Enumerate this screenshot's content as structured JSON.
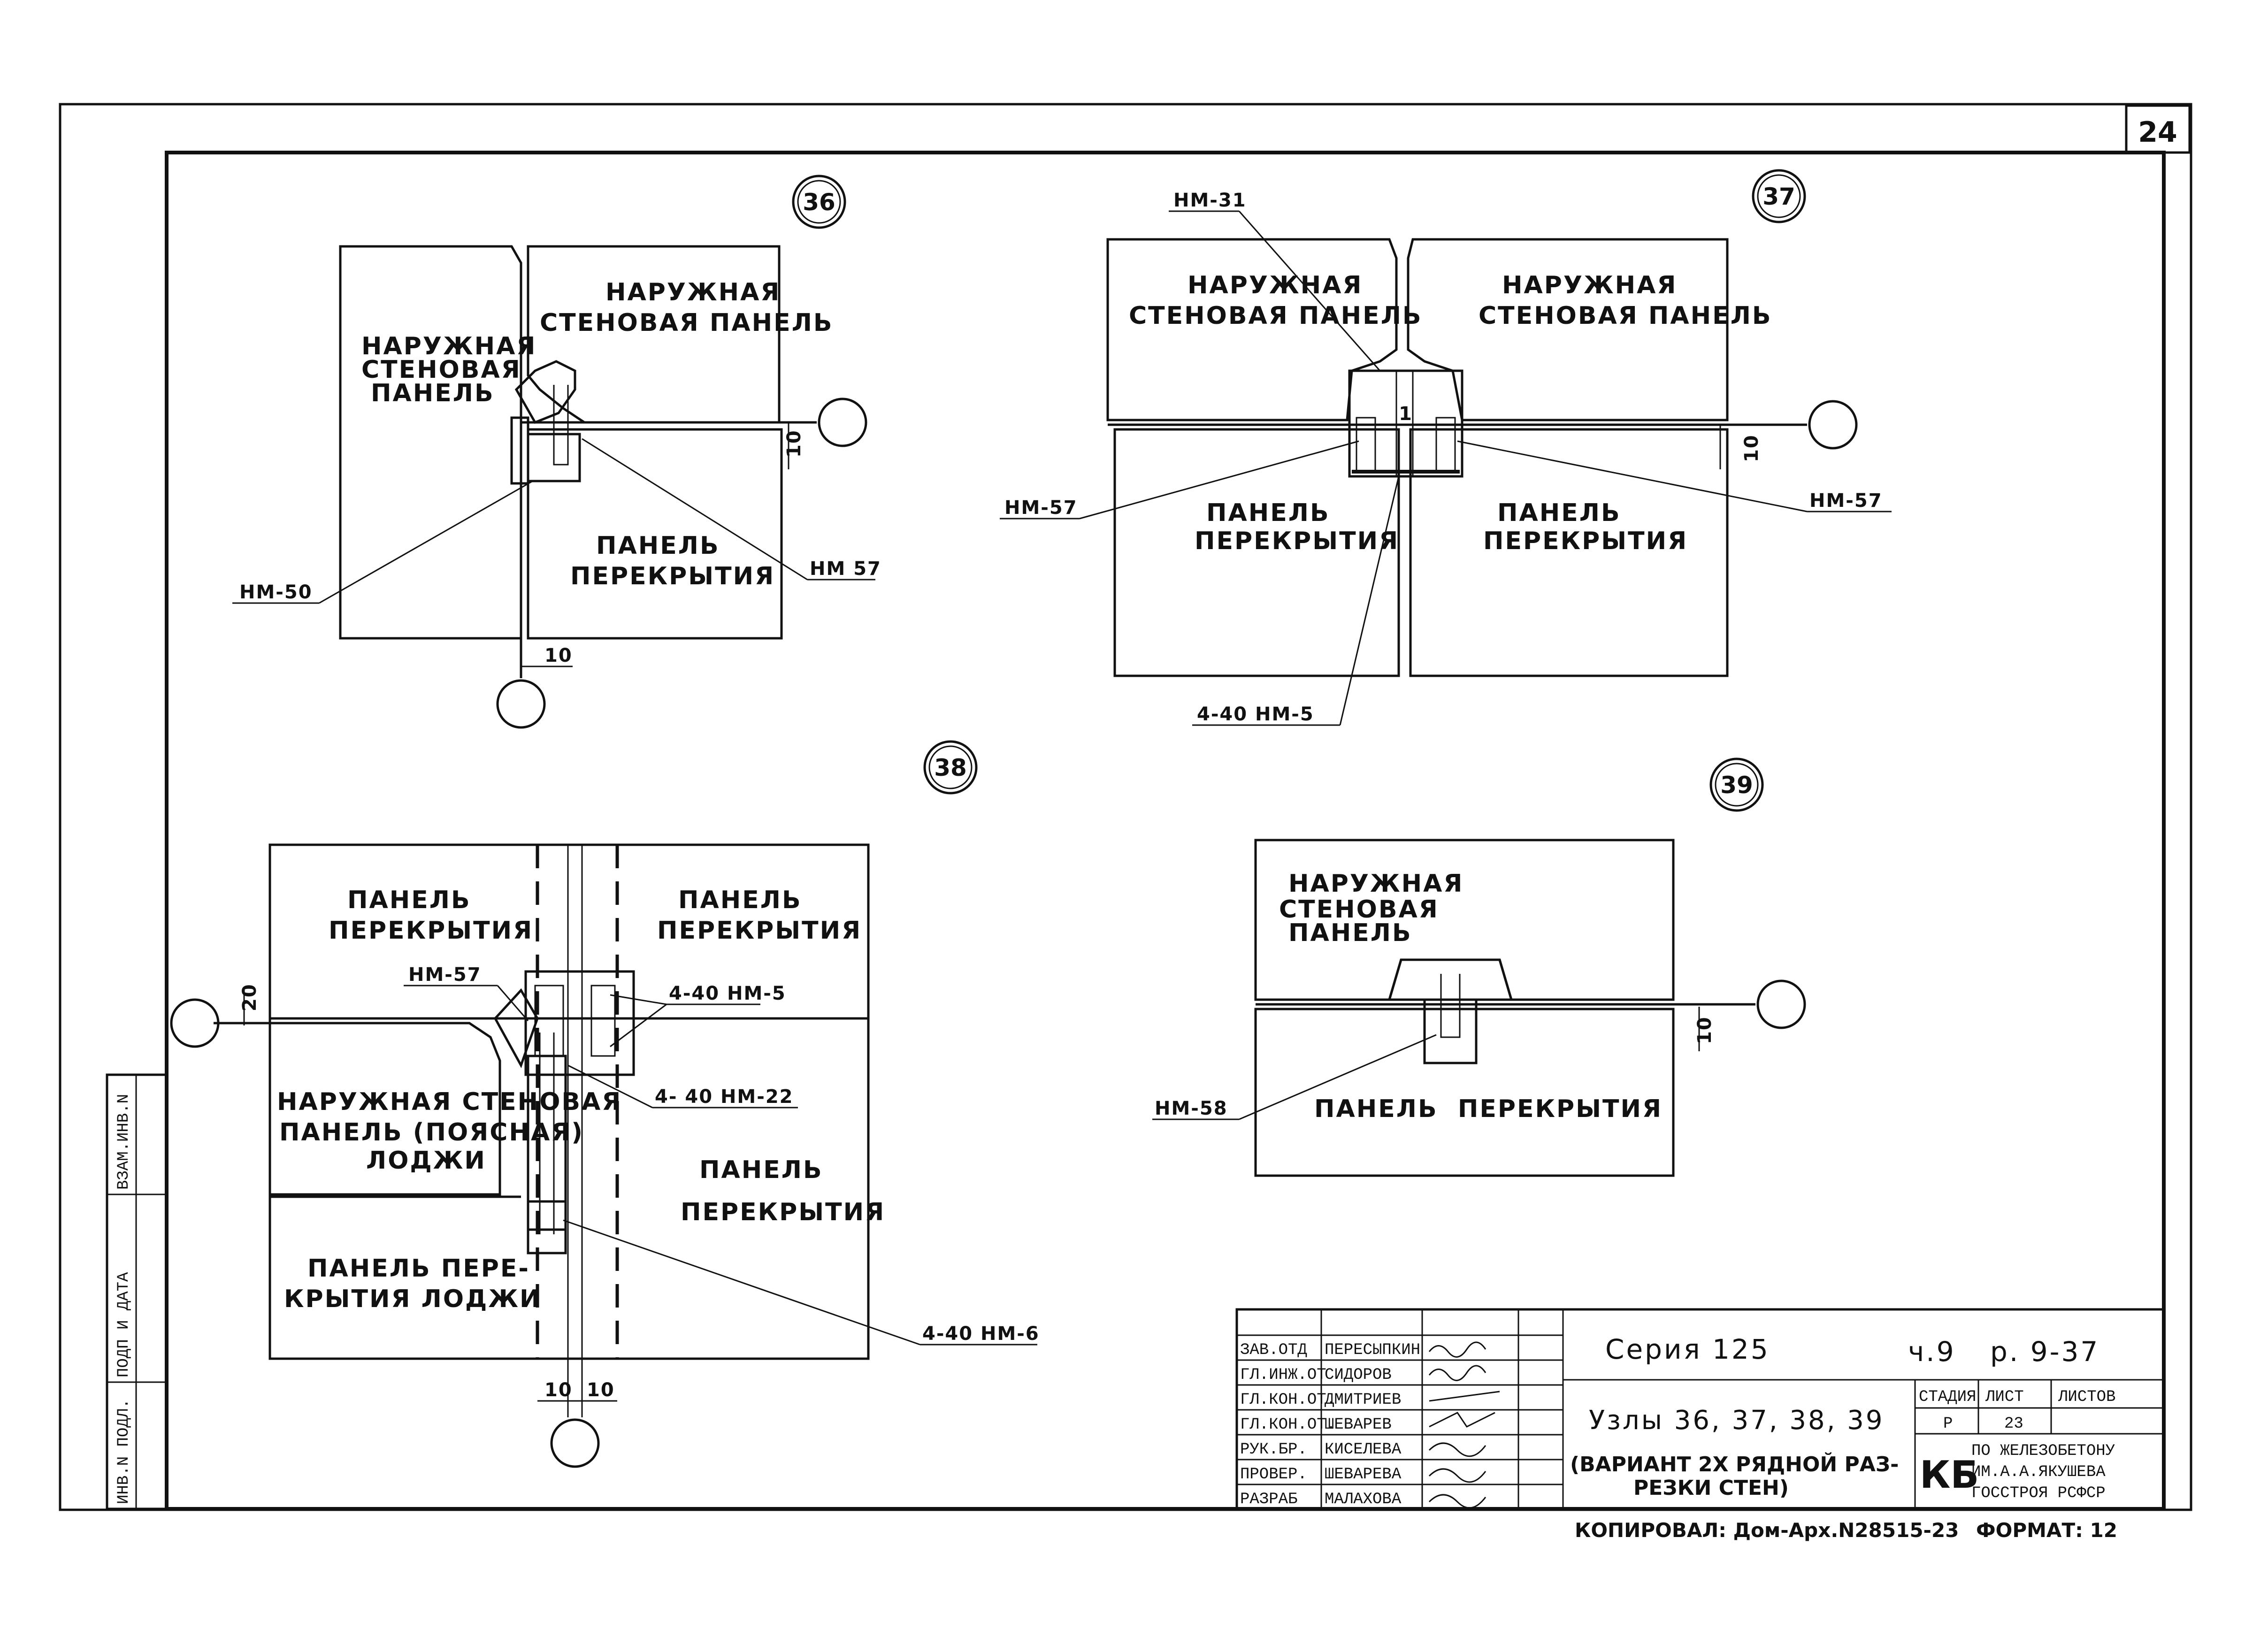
{
  "sheet": {
    "page_number": "24"
  },
  "nodes": {
    "n36": {
      "number": "36",
      "panel_left": [
        "НАРУЖНАЯ",
        "СТЕНОВАЯ",
        "ПАНЕЛЬ"
      ],
      "panel_top_right": [
        "НАРУЖНАЯ",
        "СТЕНОВАЯ ПАНЕЛЬ"
      ],
      "panel_floor": [
        "ПАНЕЛЬ",
        "ПЕРЕКРЫТИЯ"
      ],
      "callout_left": "НМ-50",
      "callout_right": "НМ 57",
      "dim_vertical": "10",
      "dim_horizontal": "10"
    },
    "n37": {
      "number": "37",
      "panel_top_left": [
        "НАРУЖНАЯ",
        "СТЕНОВАЯ ПАНЕЛЬ"
      ],
      "panel_top_right": [
        "НАРУЖНАЯ",
        "СТЕНОВАЯ ПАНЕЛЬ"
      ],
      "panel_bottom_left": [
        "ПАНЕЛЬ",
        "ПЕРЕКРЫТИЯ"
      ],
      "panel_bottom_right": [
        "ПАНЕЛЬ",
        "ПЕРЕКРЫТИЯ"
      ],
      "callout_top": "НМ-31",
      "callout_left": "НМ-57",
      "callout_right": "НМ-57",
      "callout_bottom": "4-40 НМ-5",
      "joint_mark": "1",
      "dim_vertical": "10"
    },
    "n38": {
      "number": "38",
      "panel_top_left": [
        "ПАНЕЛЬ",
        "ПЕРЕКРЫТИЯ"
      ],
      "panel_top_right": [
        "ПАНЕЛЬ",
        "ПЕРЕКРЫТИЯ"
      ],
      "panel_mid_left": [
        "НАРУЖНАЯ СТЕНОВАЯ",
        "ПАНЕЛЬ (ПОЯСНАЯ)",
        "ЛОДЖИ"
      ],
      "panel_mid_right": [
        "ПАНЕЛЬ",
        "ПЕРЕКРЫТИЯ"
      ],
      "panel_bottom_left": [
        "ПАНЕЛЬ ПЕРЕ-",
        "КРЫТИЯ ЛОДЖИ"
      ],
      "callout_nm57": "НМ-57",
      "callout_nm5": "4-40 НМ-5",
      "callout_nm22": "4- 40 НМ-22",
      "callout_nm6": "4-40 НМ-6",
      "dim_vertical": "20",
      "dim_h_left": "10",
      "dim_h_right": "10"
    },
    "n39": {
      "number": "39",
      "panel_top": [
        "НАРУЖНАЯ",
        "СТЕНОВАЯ",
        "ПАНЕЛЬ"
      ],
      "panel_bottom": "ПАНЕЛЬ  ПЕРЕКРЫТИЯ",
      "callout": "НМ-58",
      "dim_vertical": "10"
    }
  },
  "side_stamp": [
    "ИНВ.N ПОДЛ.",
    "ПОДП И ДАТА",
    "ВЗАМ.ИНВ.N"
  ],
  "title_block": {
    "roles": [
      "ЗАВ.ОТД",
      "ГЛ.ИНЖ.ОТ",
      "ГЛ.КОН.ОТ.",
      "ГЛ.КОН.ОТ.",
      "РУК.БР.",
      "ПРОВЕР.",
      "РАЗРАБ"
    ],
    "names": [
      "ПЕРЕСЫПКИН",
      "СИДОРОВ",
      "ДМИТРИЕВ",
      "ШЕВАРЕВ",
      "КИСЕЛЕВА",
      "ШЕВАРЕВА",
      "МАЛАХОВА"
    ],
    "series": "Серия 125",
    "part": "ч.9",
    "issue": "р. 9-37",
    "title_line1": "Узлы 36, 37, 38, 39",
    "title_line2": "(ВАРИАНТ 2Х РЯДНОЙ РАЗ-",
    "title_line3": "РЕЗКИ СТЕН)",
    "stage_label": "СТАДИЯ",
    "sheet_label": "ЛИСТ",
    "sheets_label": "ЛИСТОВ",
    "stage": "Р",
    "sheet": "23",
    "sheets": "",
    "org_mark": "КБ",
    "org_line1": "ПО ЖЕЛЕЗОБЕТОНУ",
    "org_line2": "ИМ.А.А.ЯКУШЕВА",
    "org_line3": "ГОССТРОЯ РСФСР"
  },
  "footer": {
    "copied": "КОПИРОВАЛ: Дом-Арх.N28515-23",
    "format": "ФОРМАТ: 12"
  }
}
